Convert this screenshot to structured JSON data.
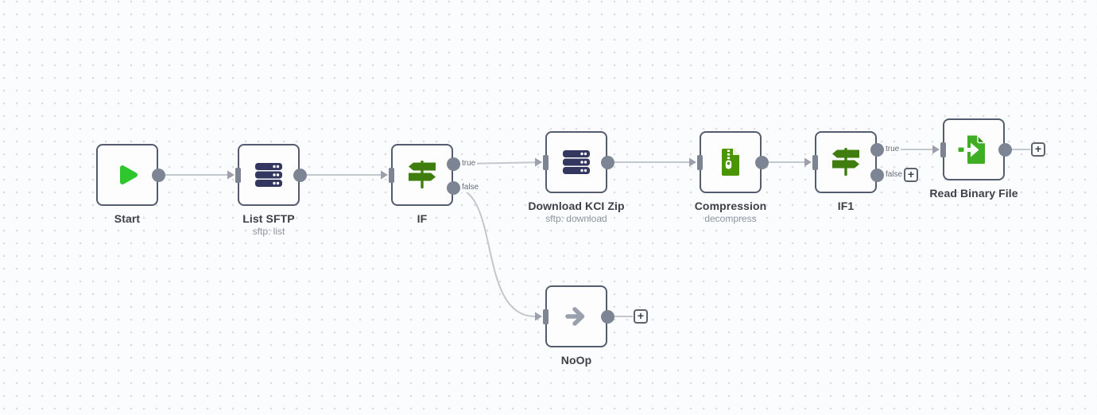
{
  "canvas": {
    "type": "workflow-editor-canvas",
    "colors": {
      "canvas_bg": "#fbfcfd",
      "grid_dot": "#d9dce2",
      "node_border": "#545d6e",
      "node_bg": "#fdfdfe",
      "connector_line": "#c3c7ce",
      "endpoint_gray": "#7d8494",
      "play_green": "#2ec72e",
      "signpost_green": "#3e7d0e",
      "server_navy": "#33365f",
      "archive_green": "#4b9404",
      "file_green": "#3fae24",
      "noop_gray": "#9aa1ad"
    }
  },
  "nodes": [
    {
      "label": "Start"
    },
    {
      "label": "List SFTP",
      "subtitle": "sftp: list"
    },
    {
      "label": "IF",
      "outputs": [
        "true",
        "false"
      ]
    },
    {
      "label": "Download KCI Zip",
      "subtitle": "sftp: download"
    },
    {
      "label": "Compression",
      "subtitle": "decompress"
    },
    {
      "label": "IF1",
      "outputs": [
        "true",
        "false"
      ]
    },
    {
      "label": "Read Binary File"
    },
    {
      "label": "NoOp"
    }
  ],
  "ui": {
    "add_button_glyph": "+"
  }
}
